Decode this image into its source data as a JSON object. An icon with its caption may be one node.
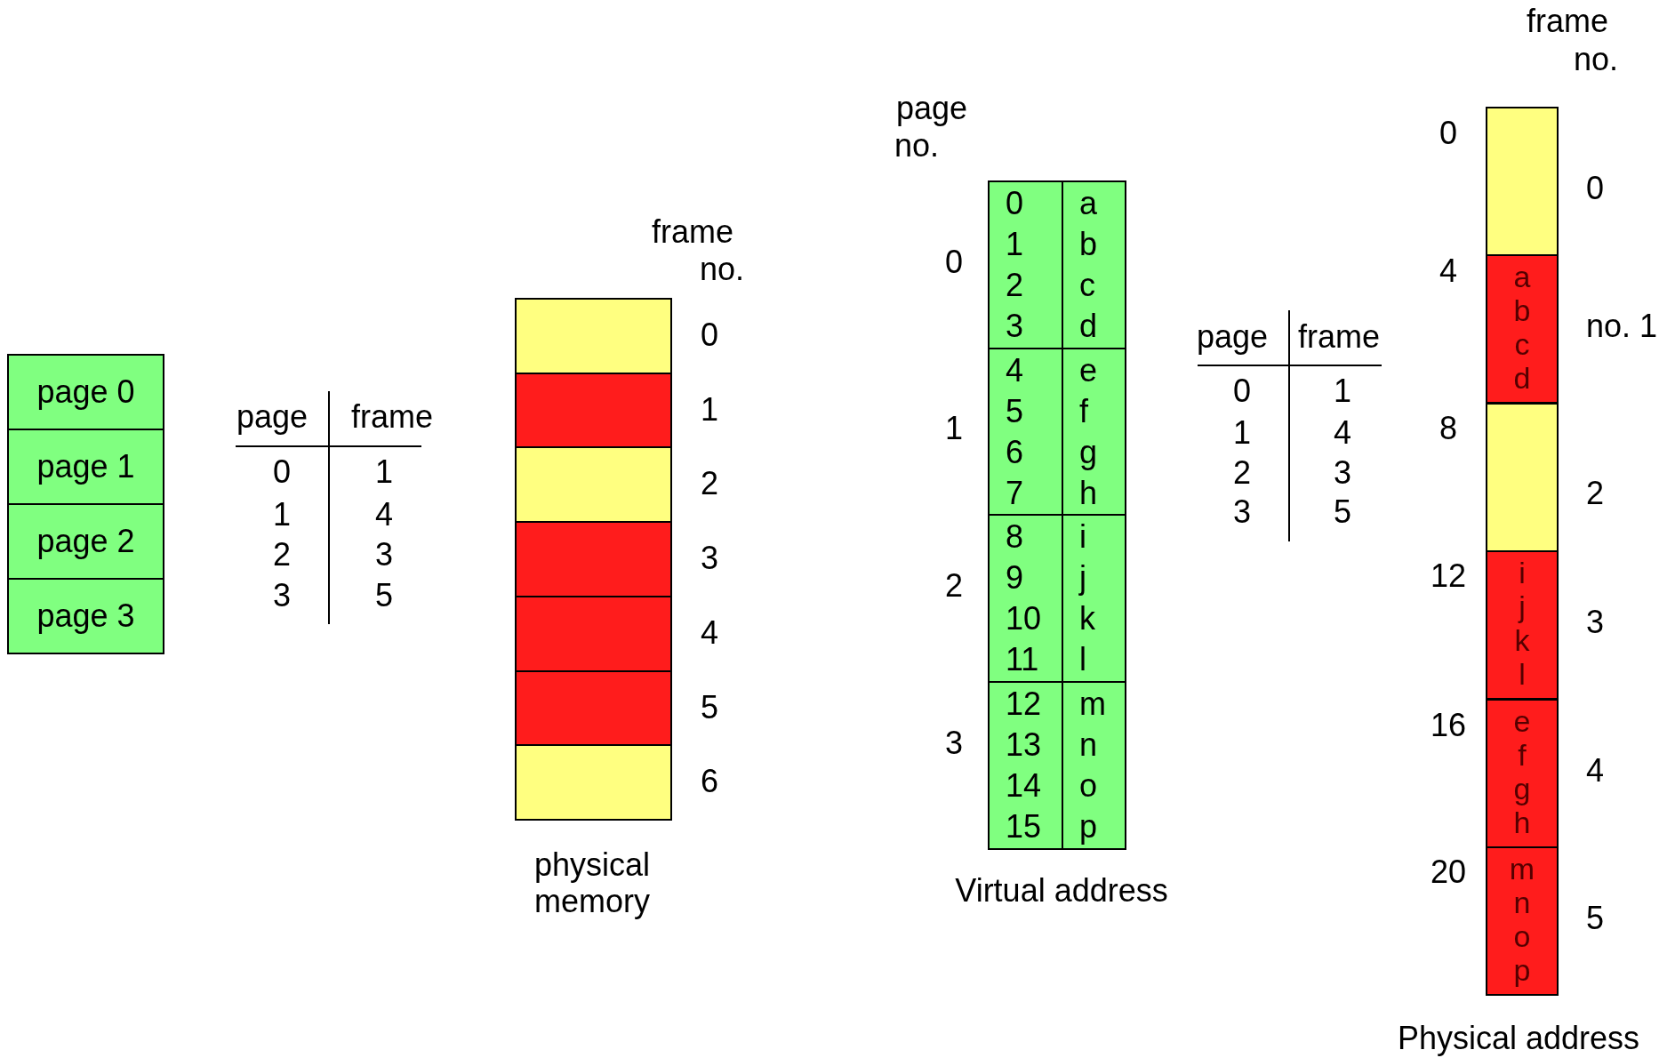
{
  "diagram": {
    "nodes": [
      {
        "text": [
          "page 0"
        ]
      },
      {
        "text": [
          "page 1"
        ]
      },
      {
        "text": [
          "page 2"
        ]
      },
      {
        "text": [
          "page 3"
        ]
      },
      {
        "text": [],
        "shape": "box"
      },
      {
        "text": [],
        "shape": "box"
      },
      {
        "text": [],
        "shape": "box"
      },
      {
        "text": [],
        "shape": "box"
      },
      {
        "text": [],
        "shape": "box"
      },
      {
        "text": [],
        "shape": "box"
      },
      {
        "text": [],
        "shape": "box"
      },
      {
        "text": [
          "0 1 2 3"
        ]
      },
      {
        "text": [
          "a b c d"
        ]
      },
      {
        "text": [
          "4 5 6 7"
        ]
      },
      {
        "text": [
          "e f g h"
        ]
      },
      {
        "text": [
          "8 9 10 11"
        ]
      },
      {
        "text": [
          "i j k l"
        ]
      },
      {
        "text": [
          "12 13 14 15"
        ]
      },
      {
        "text": [
          "m n o p"
        ]
      },
      {
        "text": [],
        "shape": "box"
      },
      {
        "text": [
          "a b c d"
        ]
      },
      {
        "text": [],
        "shape": "box"
      },
      {
        "text": [
          "i j k l"
        ]
      },
      {
        "text": [
          "e f g h"
        ]
      },
      {
        "text": [
          "m n o p"
        ]
      }
    ],
    "edges": [],
    "labels": [
      "page",
      "frame",
      "0",
      "1",
      "1",
      "4",
      "2",
      "3",
      "3",
      "5",
      "frame",
      "no.",
      "0",
      "1",
      "2",
      "3",
      "4",
      "5",
      "6",
      "physical memory",
      "page",
      "no.",
      "0",
      "1",
      "2",
      "3",
      "Virtual address",
      "page",
      "frame",
      "0",
      "1",
      "1",
      "4",
      "2",
      "3",
      "3",
      "5",
      "frame",
      "no.",
      "0",
      "4",
      "8",
      "12",
      "16",
      "20",
      "0",
      "no. 1",
      "2",
      "3",
      "4",
      "5",
      "Physical address"
    ]
  }
}
